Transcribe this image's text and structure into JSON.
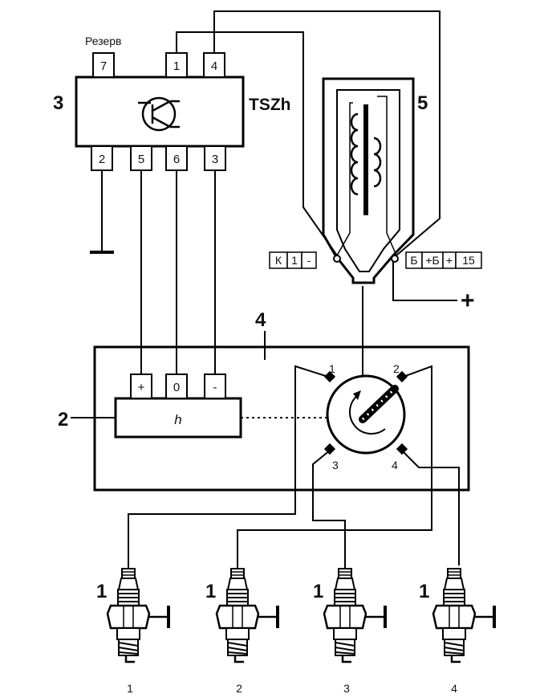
{
  "module": {
    "number": "3",
    "name": "TSZh",
    "reserve_label": "Резерв",
    "top_pins": [
      "7",
      "1",
      "4"
    ],
    "bottom_pins": [
      "2",
      "5",
      "6",
      "3"
    ]
  },
  "coil": {
    "number": "5",
    "left_terminal": [
      "К",
      "1",
      "-"
    ],
    "right_terminal": [
      "Б",
      "+Б",
      "+",
      "15"
    ],
    "plus_sign": "+"
  },
  "distributor": {
    "number": "4",
    "contacts": [
      "1",
      "2",
      "3",
      "4"
    ]
  },
  "sensor": {
    "number": "2",
    "symbol": "h",
    "pins": [
      "+",
      "0",
      "-"
    ]
  },
  "spark_plugs": {
    "group_label": "1",
    "numbers": [
      "1",
      "2",
      "3",
      "4"
    ]
  }
}
